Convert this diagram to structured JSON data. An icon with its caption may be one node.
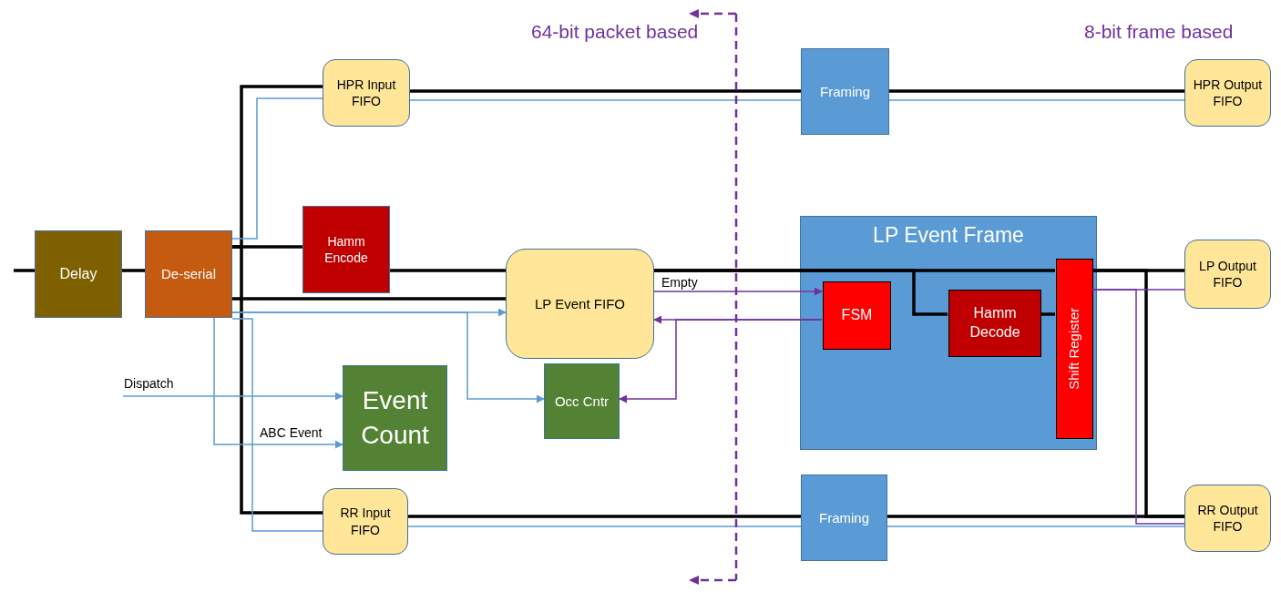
{
  "diagram": {
    "nodes": [
      {
        "text": [
          "Delay"
        ]
      },
      {
        "text": [
          "De-serial"
        ]
      },
      {
        "text": [
          "HPR Input FIFO"
        ]
      },
      {
        "text": [
          "Hamm Encode"
        ]
      },
      {
        "text": [
          "LP Event FIFO"
        ]
      },
      {
        "text": [
          "Event Count"
        ]
      },
      {
        "text": [
          "Occ Cntr"
        ]
      },
      {
        "text": [
          "RR Input FIFO"
        ]
      },
      {
        "text": [
          "Framing"
        ]
      },
      {
        "text": [
          "LP Event Frame"
        ]
      },
      {
        "text": [
          "FSM"
        ],
        "in": 9
      },
      {
        "text": [
          "Hamm Decode"
        ],
        "in": 9
      },
      {
        "text": [
          "Shift Register"
        ],
        "in": 9
      },
      {
        "text": [
          "Framing"
        ]
      },
      {
        "text": [
          "HPR Output FIFO"
        ]
      },
      {
        "text": [
          "LP Output FIFO"
        ]
      },
      {
        "text": [
          "RR Output FIFO"
        ]
      }
    ],
    "edges": [
      {
        "from": null,
        "to": 0,
        "arrow": "none"
      },
      {
        "from": 0,
        "to": 1,
        "arrow": "none"
      },
      {
        "from": 1,
        "to": 2,
        "arrow": "none"
      },
      {
        "from": 1,
        "to": 3,
        "arrow": "none"
      },
      {
        "from": 1,
        "to": 4,
        "arrow": "none"
      },
      {
        "from": 1,
        "to": 7,
        "arrow": "none"
      },
      {
        "from": 2,
        "to": 8,
        "arrow": "none"
      },
      {
        "from": 8,
        "to": 14,
        "arrow": "none"
      },
      {
        "from": 3,
        "to": 4,
        "arrow": "none"
      },
      {
        "from": 4,
        "to": 12,
        "arrow": "none"
      },
      {
        "from": 4,
        "to": 11,
        "arrow": "none"
      },
      {
        "from": 11,
        "to": 12,
        "arrow": "none"
      },
      {
        "from": 12,
        "to": 15,
        "arrow": "none"
      },
      {
        "from": 12,
        "to": 16,
        "arrow": "none"
      },
      {
        "from": 7,
        "to": 13,
        "arrow": "none"
      },
      {
        "from": 13,
        "to": 16,
        "arrow": "none"
      },
      {
        "from": 1,
        "to": 2,
        "arrow": "none",
        "color": "#5b9bd5"
      },
      {
        "from": 2,
        "to": 8,
        "arrow": "none",
        "color": "#5b9bd5"
      },
      {
        "from": 1,
        "to": 4,
        "arrow": "to",
        "color": "#5b9bd5"
      },
      {
        "from": 1,
        "to": 6,
        "arrow": "to",
        "color": "#5b9bd5"
      },
      {
        "from": 1,
        "to": 5,
        "arrow": "to",
        "label": "ABC Event",
        "color": "#5b9bd5"
      },
      {
        "from": null,
        "to": 5,
        "arrow": "to",
        "label": "Dispatch",
        "color": "#5b9bd5"
      },
      {
        "from": 1,
        "to": 7,
        "arrow": "none",
        "color": "#5b9bd5"
      },
      {
        "from": 7,
        "to": 13,
        "arrow": "none",
        "color": "#5b9bd5"
      },
      {
        "from": 4,
        "to": 10,
        "arrow": "to",
        "label": "Empty",
        "color": "#7030a0"
      },
      {
        "from": 10,
        "to": 4,
        "arrow": "to",
        "color": "#7030a0"
      },
      {
        "from": 10,
        "to": 6,
        "arrow": "to",
        "color": "#7030a0"
      },
      {
        "from": 12,
        "to": 15,
        "arrow": "none",
        "color": "#7030a0"
      },
      {
        "from": 12,
        "to": 16,
        "arrow": "none",
        "color": "#7030a0"
      },
      {
        "from": 8,
        "to": 14,
        "arrow": "none",
        "color": "#5b9bd5"
      },
      {
        "from": 13,
        "to": 16,
        "arrow": "none",
        "color": "#5b9bd5"
      }
    ],
    "labels": [
      "64-bit packet based",
      "8-bit frame based"
    ]
  }
}
